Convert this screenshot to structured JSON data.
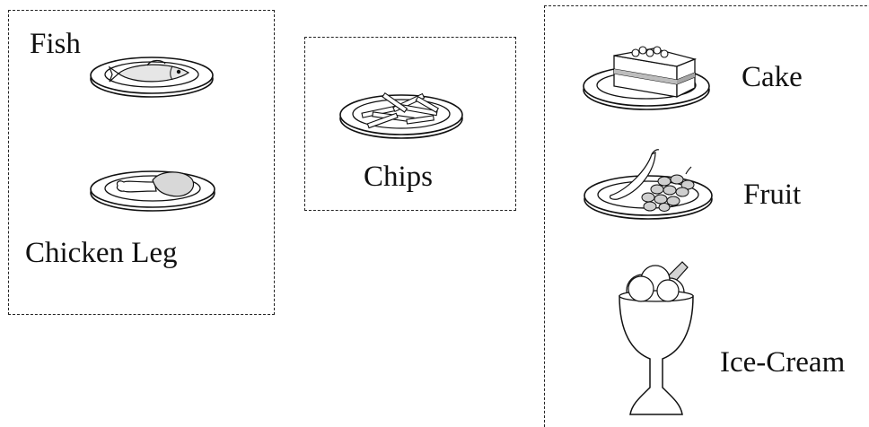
{
  "groups": [
    {
      "id": "mains",
      "items": [
        {
          "label": "Fish"
        },
        {
          "label": "Chicken Leg"
        }
      ]
    },
    {
      "id": "sides",
      "items": [
        {
          "label": "Chips"
        }
      ]
    },
    {
      "id": "desserts",
      "items": [
        {
          "label": "Cake"
        },
        {
          "label": "Fruit"
        },
        {
          "label": "Ice-Cream"
        }
      ]
    }
  ],
  "icons": [
    "fish-plate-icon",
    "chicken-leg-plate-icon",
    "chips-plate-icon",
    "cake-plate-icon",
    "fruit-plate-icon",
    "ice-cream-icon"
  ]
}
